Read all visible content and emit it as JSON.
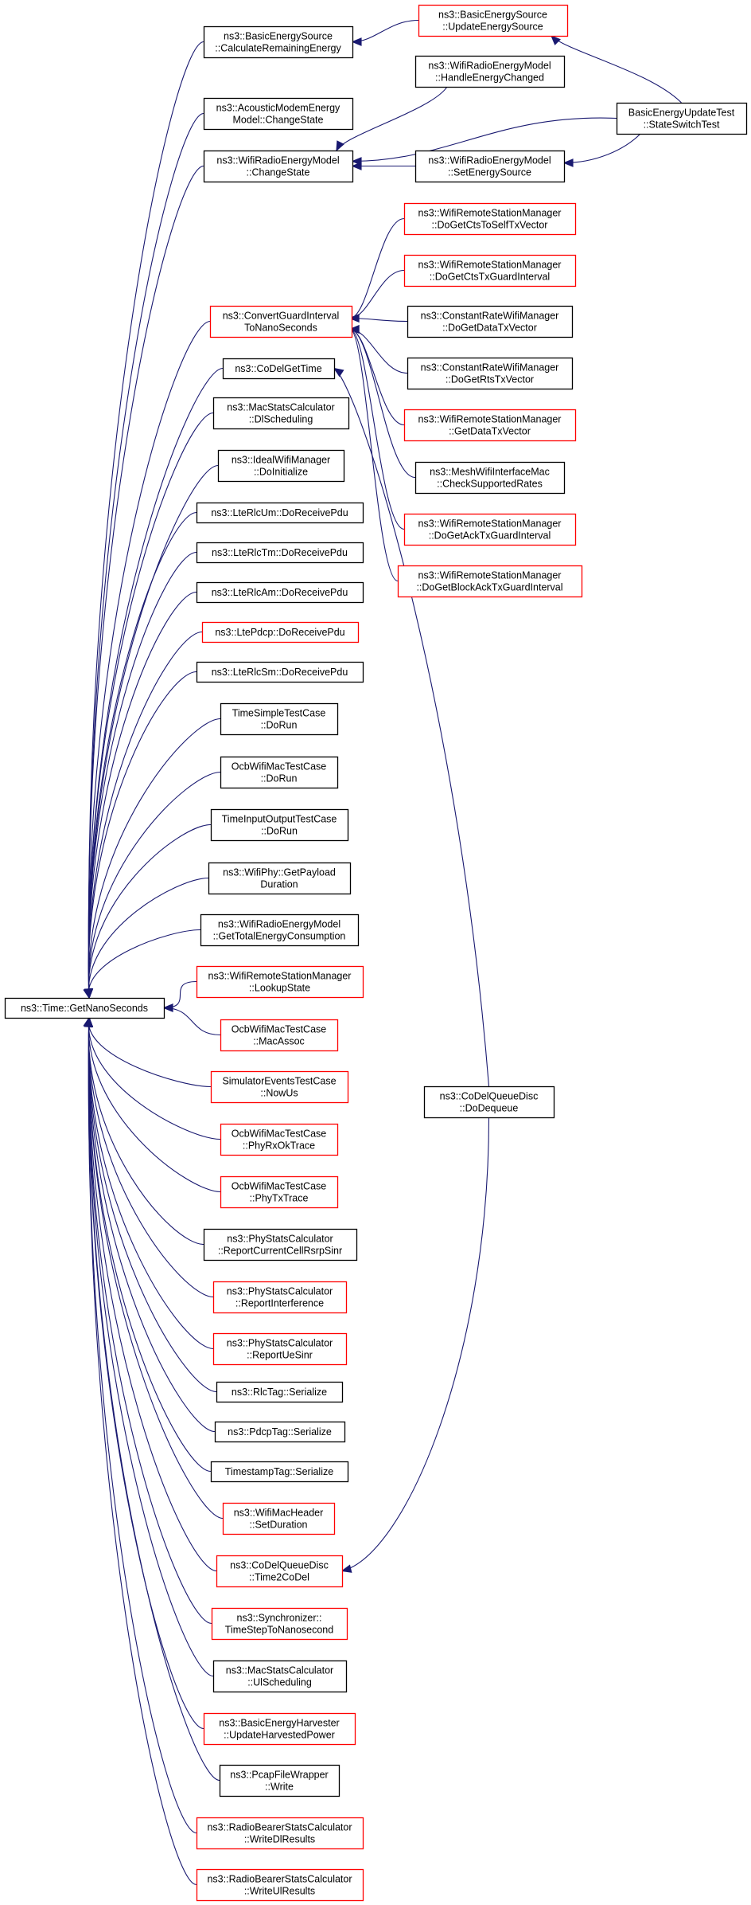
{
  "diagram": {
    "root": "ns3::Time::GetNanoSeconds",
    "colors": {
      "edge": "#191970",
      "normal_border": "#000000",
      "truncated_border": "#ff0000",
      "root_fill": "#bfbfbf"
    },
    "nodes": [
      {
        "id": "root",
        "lines": [
          "ns3::Time::GetNanoSeconds"
        ],
        "style": "root"
      },
      {
        "id": "bes_calc",
        "lines": [
          "ns3::BasicEnergySource",
          "::CalculateRemainingEnergy"
        ],
        "style": "normal"
      },
      {
        "id": "bes_update",
        "lines": [
          "ns3::BasicEnergySource",
          "::UpdateEnergySource"
        ],
        "style": "truncated"
      },
      {
        "id": "acoustic",
        "lines": [
          "ns3::AcousticModemEnergy",
          "Model::ChangeState"
        ],
        "style": "normal"
      },
      {
        "id": "wrem_handle",
        "lines": [
          "ns3::WifiRadioEnergyModel",
          "::HandleEnergyChanged"
        ],
        "style": "normal"
      },
      {
        "id": "wrem_change",
        "lines": [
          "ns3::WifiRadioEnergyModel",
          "::ChangeState"
        ],
        "style": "normal"
      },
      {
        "id": "wrem_setsrc",
        "lines": [
          "ns3::WifiRadioEnergyModel",
          "::SetEnergySource"
        ],
        "style": "normal"
      },
      {
        "id": "beut",
        "lines": [
          "BasicEnergyUpdateTest",
          "::StateSwitchTest"
        ],
        "style": "normal"
      },
      {
        "id": "cts_self",
        "lines": [
          "ns3::WifiRemoteStationManager",
          "::DoGetCtsToSelfTxVector"
        ],
        "style": "truncated"
      },
      {
        "id": "cts_gi",
        "lines": [
          "ns3::WifiRemoteStationManager",
          "::DoGetCtsTxGuardInterval"
        ],
        "style": "truncated"
      },
      {
        "id": "convert_gi",
        "lines": [
          "ns3::ConvertGuardInterval",
          "ToNanoSeconds"
        ],
        "style": "truncated"
      },
      {
        "id": "crwm_data",
        "lines": [
          "ns3::ConstantRateWifiManager",
          "::DoGetDataTxVector"
        ],
        "style": "normal"
      },
      {
        "id": "codel_time",
        "lines": [
          "ns3::CoDelGetTime"
        ],
        "style": "normal"
      },
      {
        "id": "crwm_rts",
        "lines": [
          "ns3::ConstantRateWifiManager",
          "::DoGetRtsTxVector"
        ],
        "style": "normal"
      },
      {
        "id": "msc_dl",
        "lines": [
          "ns3::MacStatsCalculator",
          "::DlScheduling"
        ],
        "style": "normal"
      },
      {
        "id": "wrsm_data",
        "lines": [
          "ns3::WifiRemoteStationManager",
          "::GetDataTxVector"
        ],
        "style": "truncated"
      },
      {
        "id": "ideal",
        "lines": [
          "ns3::IdealWifiManager",
          "::DoInitialize"
        ],
        "style": "normal"
      },
      {
        "id": "mesh",
        "lines": [
          "ns3::MeshWifiInterfaceMac",
          "::CheckSupportedRates"
        ],
        "style": "normal"
      },
      {
        "id": "rlcum",
        "lines": [
          "ns3::LteRlcUm::DoReceivePdu"
        ],
        "style": "normal"
      },
      {
        "id": "ack_gi",
        "lines": [
          "ns3::WifiRemoteStationManager",
          "::DoGetAckTxGuardInterval"
        ],
        "style": "truncated"
      },
      {
        "id": "rlctm",
        "lines": [
          "ns3::LteRlcTm::DoReceivePdu"
        ],
        "style": "normal"
      },
      {
        "id": "back_gi",
        "lines": [
          "ns3::WifiRemoteStationManager",
          "::DoGetBlockAckTxGuardInterval"
        ],
        "style": "truncated"
      },
      {
        "id": "rlcam",
        "lines": [
          "ns3::LteRlcAm::DoReceivePdu"
        ],
        "style": "normal"
      },
      {
        "id": "pdcp",
        "lines": [
          "ns3::LtePdcp::DoReceivePdu"
        ],
        "style": "truncated"
      },
      {
        "id": "rlcsm",
        "lines": [
          "ns3::LteRlcSm::DoReceivePdu"
        ],
        "style": "normal"
      },
      {
        "id": "tstc",
        "lines": [
          "TimeSimpleTestCase",
          "::DoRun"
        ],
        "style": "normal"
      },
      {
        "id": "ocb_dorun",
        "lines": [
          "OcbWifiMacTestCase",
          "::DoRun"
        ],
        "style": "normal"
      },
      {
        "id": "tiotc",
        "lines": [
          "TimeInputOutputTestCase",
          "::DoRun"
        ],
        "style": "normal"
      },
      {
        "id": "wphy",
        "lines": [
          "ns3::WifiPhy::GetPayload",
          "Duration"
        ],
        "style": "normal"
      },
      {
        "id": "wrem_total",
        "lines": [
          "ns3::WifiRadioEnergyModel",
          "::GetTotalEnergyConsumption"
        ],
        "style": "normal"
      },
      {
        "id": "wrsm_lookup",
        "lines": [
          "ns3::WifiRemoteStationManager",
          "::LookupState"
        ],
        "style": "truncated"
      },
      {
        "id": "ocb_assoc",
        "lines": [
          "OcbWifiMacTestCase",
          "::MacAssoc"
        ],
        "style": "truncated"
      },
      {
        "id": "simev",
        "lines": [
          "SimulatorEventsTestCase",
          "::NowUs"
        ],
        "style": "truncated"
      },
      {
        "id": "codel_deq",
        "lines": [
          "ns3::CoDelQueueDisc",
          "::DoDequeue"
        ],
        "style": "normal"
      },
      {
        "id": "ocb_rxok",
        "lines": [
          "OcbWifiMacTestCase",
          "::PhyRxOkTrace"
        ],
        "style": "truncated"
      },
      {
        "id": "ocb_tx",
        "lines": [
          "OcbWifiMacTestCase",
          "::PhyTxTrace"
        ],
        "style": "truncated"
      },
      {
        "id": "psc_rsrp",
        "lines": [
          "ns3::PhyStatsCalculator",
          "::ReportCurrentCellRsrpSinr"
        ],
        "style": "normal"
      },
      {
        "id": "psc_intf",
        "lines": [
          "ns3::PhyStatsCalculator",
          "::ReportInterference"
        ],
        "style": "truncated"
      },
      {
        "id": "psc_ue",
        "lines": [
          "ns3::PhyStatsCalculator",
          "::ReportUeSinr"
        ],
        "style": "truncated"
      },
      {
        "id": "rlctag",
        "lines": [
          "ns3::RlcTag::Serialize"
        ],
        "style": "normal"
      },
      {
        "id": "pdcptag",
        "lines": [
          "ns3::PdcpTag::Serialize"
        ],
        "style": "normal"
      },
      {
        "id": "tstag",
        "lines": [
          "TimestampTag::Serialize"
        ],
        "style": "normal"
      },
      {
        "id": "wmh",
        "lines": [
          "ns3::WifiMacHeader",
          "::SetDuration"
        ],
        "style": "truncated"
      },
      {
        "id": "codel_t2c",
        "lines": [
          "ns3::CoDelQueueDisc",
          "::Time2CoDel"
        ],
        "style": "truncated"
      },
      {
        "id": "sync",
        "lines": [
          "ns3::Synchronizer::",
          "TimeStepToNanosecond"
        ],
        "style": "truncated"
      },
      {
        "id": "msc_ul",
        "lines": [
          "ns3::MacStatsCalculator",
          "::UlScheduling"
        ],
        "style": "normal"
      },
      {
        "id": "beh",
        "lines": [
          "ns3::BasicEnergyHarvester",
          "::UpdateHarvestedPower"
        ],
        "style": "truncated"
      },
      {
        "id": "pcap",
        "lines": [
          "ns3::PcapFileWrapper",
          "::Write"
        ],
        "style": "normal"
      },
      {
        "id": "rbsc_dl",
        "lines": [
          "ns3::RadioBearerStatsCalculator",
          "::WriteDlResults"
        ],
        "style": "truncated"
      },
      {
        "id": "rbsc_ul",
        "lines": [
          "ns3::RadioBearerStatsCalculator",
          "::WriteUlResults"
        ],
        "style": "truncated"
      }
    ]
  }
}
